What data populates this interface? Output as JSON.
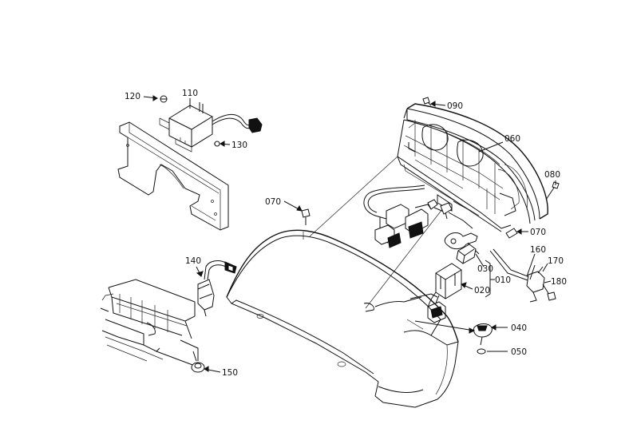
{
  "diagram": {
    "labels": [
      {
        "id": "label-120",
        "text": "120"
      },
      {
        "id": "label-110",
        "text": "110"
      },
      {
        "id": "label-130",
        "text": "130"
      },
      {
        "id": "label-070-top",
        "text": "070"
      },
      {
        "id": "label-090",
        "text": "090"
      },
      {
        "id": "label-060",
        "text": "060"
      },
      {
        "id": "label-080",
        "text": "080"
      },
      {
        "id": "label-070-right",
        "text": "070"
      },
      {
        "id": "label-160",
        "text": "160"
      },
      {
        "id": "label-170",
        "text": "170"
      },
      {
        "id": "label-180",
        "text": "180"
      },
      {
        "id": "label-030",
        "text": "030"
      },
      {
        "id": "label-010",
        "text": "010"
      },
      {
        "id": "label-020",
        "text": "020"
      },
      {
        "id": "label-040",
        "text": "040"
      },
      {
        "id": "label-050",
        "text": "050"
      },
      {
        "id": "label-140",
        "text": "140"
      },
      {
        "id": "label-150",
        "text": "150"
      }
    ]
  },
  "colors": {
    "line": "#111111",
    "background": "#ffffff"
  }
}
